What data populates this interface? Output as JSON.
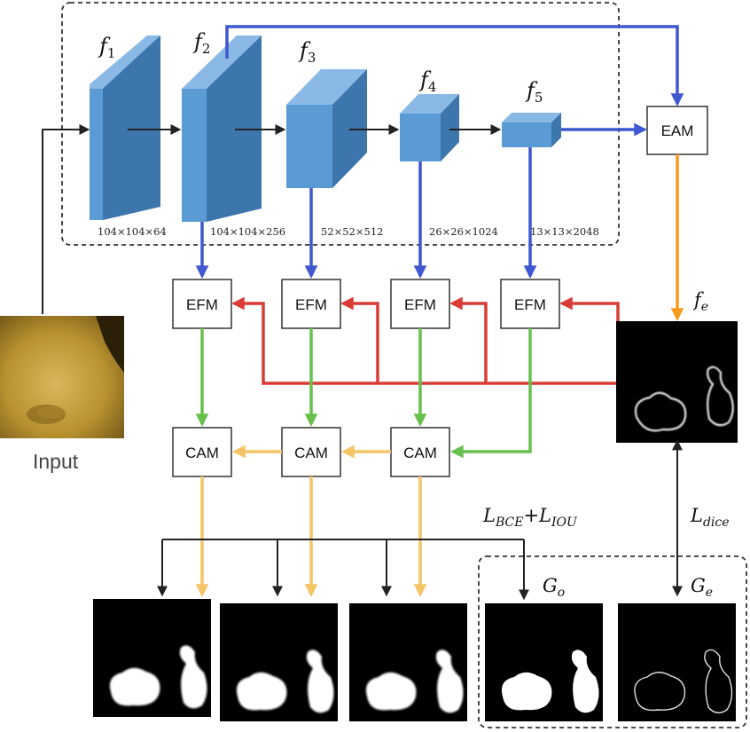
{
  "features": [
    {
      "base": "f",
      "sub": "1",
      "dims": "104×104×64"
    },
    {
      "base": "f",
      "sub": "2",
      "dims": "104×104×256"
    },
    {
      "base": "f",
      "sub": "3",
      "dims": "52×52×512"
    },
    {
      "base": "f",
      "sub": "4",
      "dims": "26×26×1024"
    },
    {
      "base": "f",
      "sub": "5",
      "dims": "13×13×2048"
    }
  ],
  "modules": {
    "eam": "EAM",
    "efm": "EFM",
    "cam": "CAM"
  },
  "edge_map": {
    "base": "f",
    "sub": "e"
  },
  "input_label": "Input",
  "losses": {
    "bce_iou": {
      "l1": "L",
      "s1": "BCE",
      "plus": "+",
      "l2": "L",
      "s2": "IOU"
    },
    "dice": {
      "l": "L",
      "s": "dice"
    }
  },
  "ground_truth": {
    "object": {
      "base": "G",
      "sub": "o"
    },
    "edge": {
      "base": "G",
      "sub": "e"
    }
  },
  "colors": {
    "cube_front": "#5b9bd5",
    "cube_top": "#8ab9e6",
    "cube_side": "#3d75ad",
    "blue_arrow": "#3f57cf",
    "red_arrow": "#d93b35",
    "green_arrow": "#67c04d",
    "yellow_arrow": "#f5c466",
    "orange_arrow": "#f59a1d",
    "black_arrow": "#222222"
  }
}
